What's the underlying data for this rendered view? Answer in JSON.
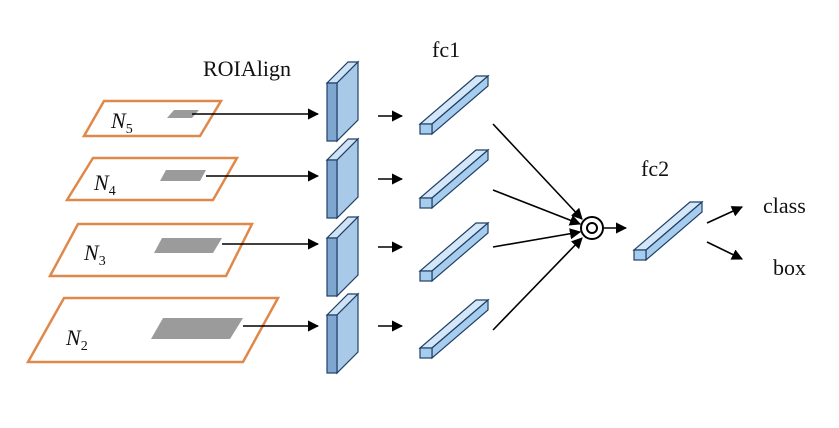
{
  "labels": {
    "roialign": "ROIAlign",
    "fc1": "fc1",
    "fc2": "fc2",
    "class": "class",
    "box": "box"
  },
  "levels": [
    {
      "name": "N",
      "sub": "5"
    },
    {
      "name": "N",
      "sub": "4"
    },
    {
      "name": "N",
      "sub": "3"
    },
    {
      "name": "N",
      "sub": "2"
    }
  ],
  "colors": {
    "plane_border": "#e0884a",
    "roi_fill": "#9b9b9b",
    "feature_front": "#7ea6cf",
    "feature_side": "#a9c9e8",
    "feature_top": "#cfe3f5",
    "fc_front": "#a7cdee",
    "fc_top": "#d4e7f8",
    "stroke": "#1f3f66",
    "arrow": "#000000"
  }
}
